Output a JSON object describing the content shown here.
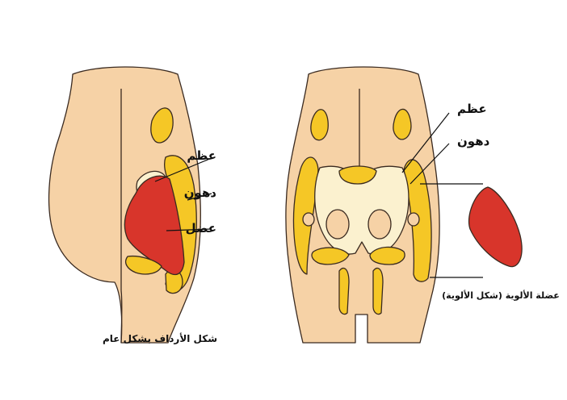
{
  "left_figure": {
    "labels": {
      "bone": "عظم",
      "fat": "دهون",
      "muscle": "عضل"
    },
    "caption": "شكل الأرداف بشكل عام"
  },
  "right_figure": {
    "labels": {
      "bone": "عظم",
      "fat": "دهون"
    },
    "caption": "عضلة الألوية (شكل الألوية)"
  },
  "colors": {
    "skin": "#F6D2A6",
    "fat": "#F5C726",
    "bone": "#FBF1CF",
    "muscle": "#D8352B",
    "outline": "#3A2A20"
  }
}
